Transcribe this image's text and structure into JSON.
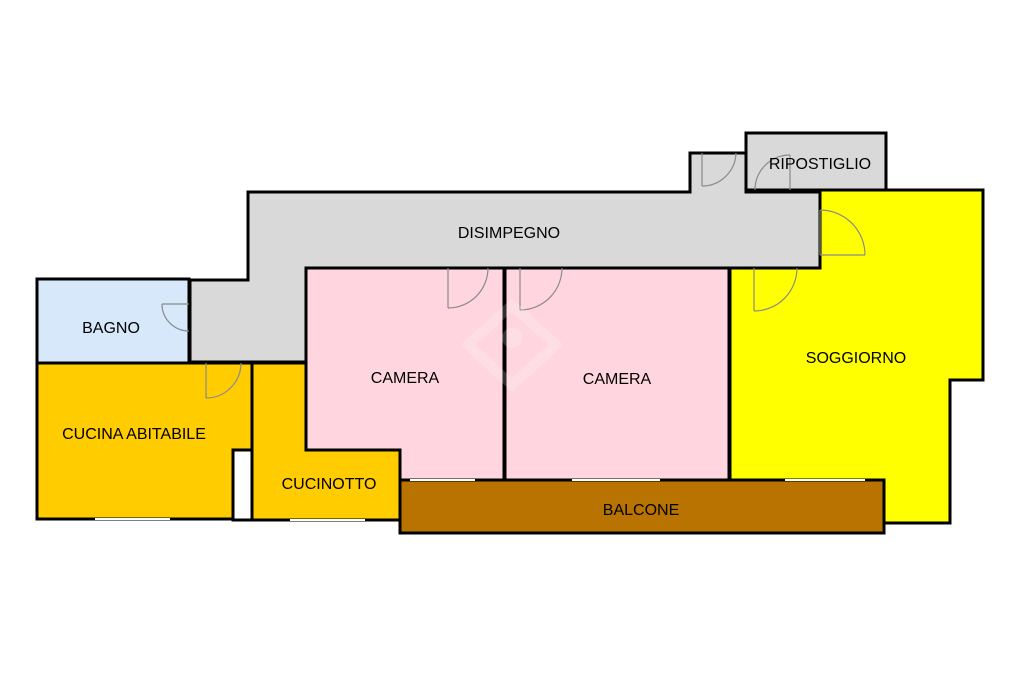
{
  "rooms": {
    "disimpegno": {
      "label": "DISIMPEGNO",
      "color": "#d9d9d9"
    },
    "ripostiglio": {
      "label": "RIPOSTIGLIO",
      "color": "#d9d9d9"
    },
    "bagno": {
      "label": "BAGNO",
      "color": "#d6e8fa"
    },
    "camera_1": {
      "label": "CAMERA",
      "color": "#ffd6e0"
    },
    "camera_2": {
      "label": "CAMERA",
      "color": "#ffd6e0"
    },
    "soggiorno": {
      "label": "SOGGIORNO",
      "color": "#ffff00"
    },
    "cucina": {
      "label": "CUCINA ABITABILE",
      "color": "#ffcc00"
    },
    "cucinotto": {
      "label": "CUCINOTTO",
      "color": "#ffcc00"
    },
    "balcone": {
      "label": "BALCONE",
      "color": "#b87300"
    }
  }
}
